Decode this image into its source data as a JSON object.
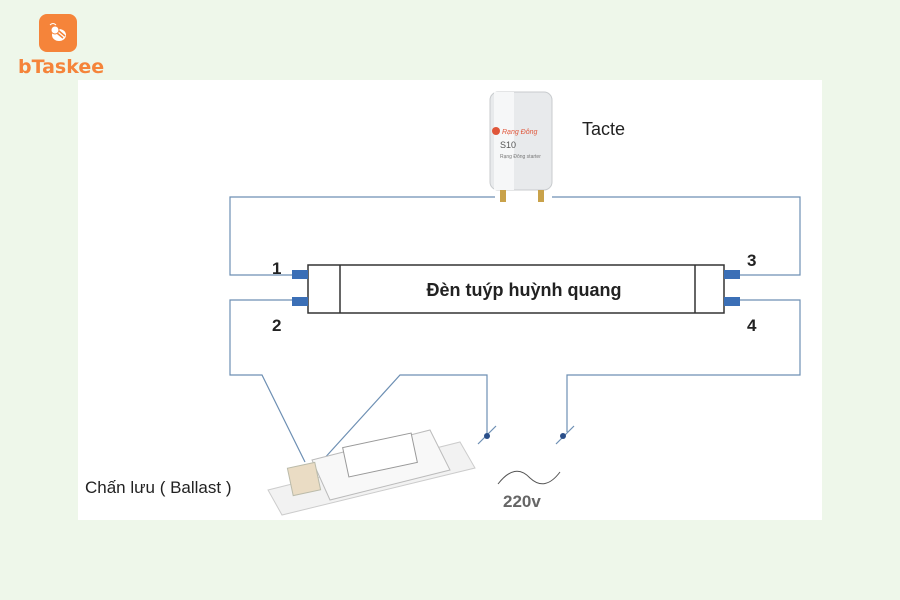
{
  "brand": {
    "name": "bTaskee",
    "color": "#f5843a"
  },
  "diagram": {
    "starter_label": "Tacte",
    "starter_brand": "Rạng Đông",
    "starter_model": "S10",
    "starter_subtitle": "Rạng Đông starter",
    "tube_label": "Đèn tuýp huỳnh quang",
    "pins": [
      "1",
      "2",
      "3",
      "4"
    ],
    "ballast_label": "Chấn lưu ( Ballast )",
    "voltage_label": "220v",
    "wire_color": "#6d8fb3",
    "pin_color": "#3b6fb6"
  }
}
